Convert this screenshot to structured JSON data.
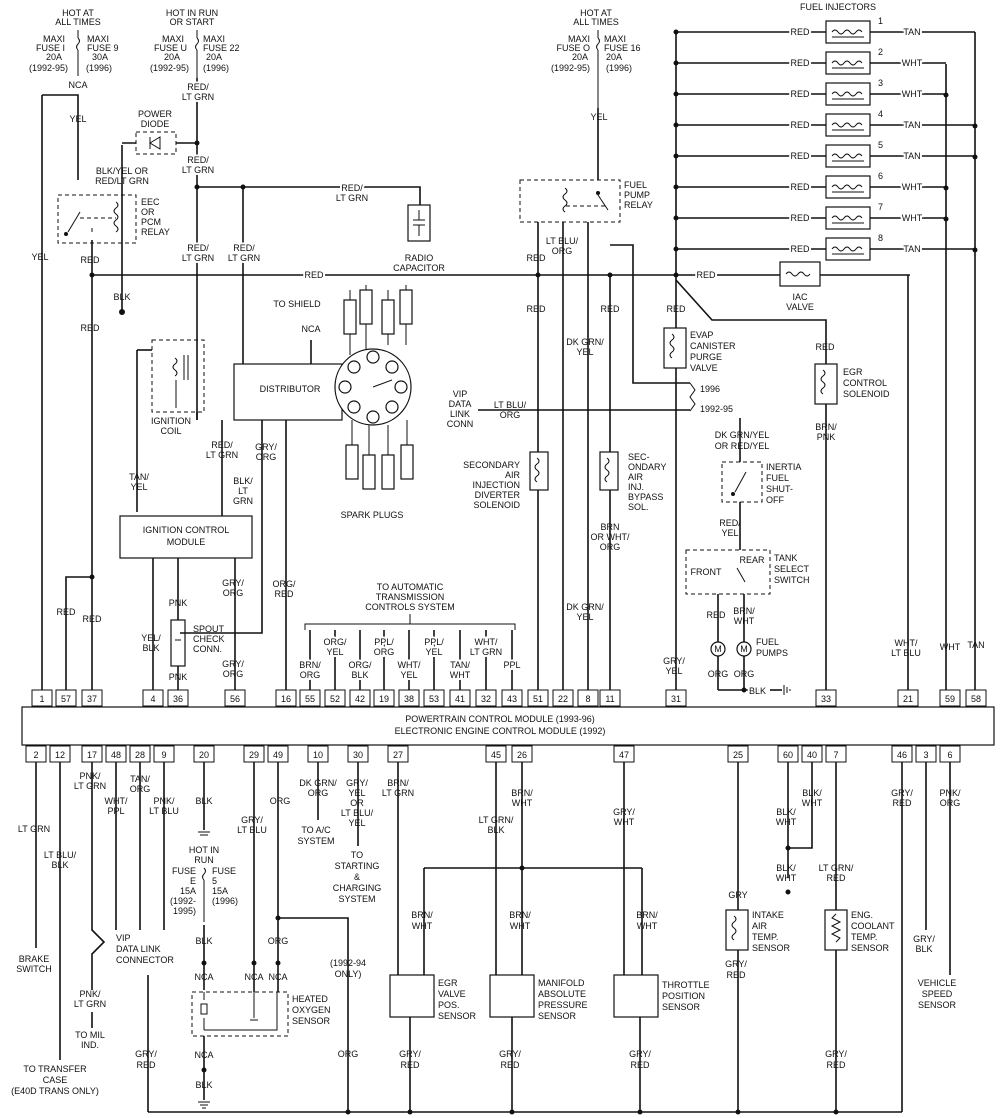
{
  "top": {
    "fuse_group_1": [
      "HOT AT",
      "ALL TIMES",
      "MAXI",
      "MAXI",
      "FUSE I",
      "FUSE 9",
      "20A",
      "30A",
      "(1992-95)",
      "(1996)",
      "NCA"
    ],
    "fuse_group_2": [
      "HOT IN RUN",
      "OR START",
      "MAXI",
      "MAXI",
      "FUSE U",
      "FUSE 22",
      "20A",
      "20A",
      "(1992-95)",
      "(1996)"
    ],
    "fuse_group_3": [
      "HOT AT",
      "ALL TIMES",
      "MAXI",
      "MAXI",
      "FUSE O",
      "FUSE 16",
      "20A",
      "20A",
      "(1992-95)",
      "(1996)"
    ],
    "fuel_injectors_title": "FUEL INJECTORS"
  },
  "injectors": [
    {
      "num": "1",
      "left": "RED",
      "right": "TAN"
    },
    {
      "num": "2",
      "left": "RED",
      "right": "WHT"
    },
    {
      "num": "3",
      "left": "RED",
      "right": "WHT"
    },
    {
      "num": "4",
      "left": "RED",
      "right": "TAN"
    },
    {
      "num": "5",
      "left": "RED",
      "right": "TAN"
    },
    {
      "num": "6",
      "left": "RED",
      "right": "WHT"
    },
    {
      "num": "7",
      "left": "RED",
      "right": "WHT"
    },
    {
      "num": "8",
      "left": "RED",
      "right": "TAN"
    }
  ],
  "components": {
    "power_diode": [
      "POWER",
      "DIODE"
    ],
    "eec_relay": [
      "EEC",
      "OR",
      "PCM",
      "RELAY"
    ],
    "radio_capacitor": [
      "RADIO",
      "CAPACITOR"
    ],
    "to_shield": "TO SHIELD",
    "nca": "NCA",
    "distributor": "DISTRIBUTOR",
    "ignition_coil": [
      "IGNITION",
      "COIL"
    ],
    "spark_plugs": "SPARK PLUGS",
    "ignition_control_module": [
      "IGNITION CONTROL",
      "MODULE"
    ],
    "spout_check_conn": [
      "SPOUT",
      "CHECK",
      "CONN."
    ],
    "fuel_pump_relay": [
      "FUEL",
      "PUMP",
      "RELAY"
    ],
    "vip_data_link_conn": [
      "VIP",
      "DATA",
      "LINK",
      "CONN"
    ],
    "secondary_air_diverter": [
      "SECONDARY",
      "AIR",
      "INJECTION",
      "DIVERTER",
      "SOLENOID"
    ],
    "secondary_air_bypass": [
      "SEC-",
      "ONDARY",
      "AIR",
      "INJ.",
      "BYPASS",
      "SOL."
    ],
    "evap_purge": [
      "EVAP",
      "CANISTER",
      "PURGE",
      "VALVE"
    ],
    "iac_valve": [
      "IAC",
      "VALVE"
    ],
    "egr_control_solenoid": [
      "EGR",
      "CONTROL",
      "SOLENOID"
    ],
    "inertia_switch": [
      "INERTIA",
      "FUEL",
      "SHUT-",
      "OFF"
    ],
    "tank_select": [
      "TANK",
      "SELECT",
      "SWITCH"
    ],
    "front": "FRONT",
    "rear": "REAR",
    "fuel_pumps": [
      "FUEL",
      "PUMPS"
    ],
    "year_1996": "1996",
    "year_1992_95": "1992-95",
    "to_trans": [
      "TO AUTOMATIC",
      "TRANSMISSION",
      "CONTROLS SYSTEM"
    ],
    "pcm_title_1": "POWERTRAIN CONTROL MODULE (1993-96)",
    "pcm_title_2": "ELECTRONIC ENGINE CONTROL MODULE (1992)",
    "brake_switch": [
      "BRAKE",
      "SWITCH"
    ],
    "to_transfer_case": [
      "TO TRANSFER",
      "CASE",
      "(E40D TRANS ONLY)"
    ],
    "to_mil": [
      "TO MIL",
      "IND."
    ],
    "vip_data_link_connector": [
      "VIP",
      "DATA LINK",
      "CONNECTOR"
    ],
    "hot_in_run": [
      "HOT IN",
      "RUN"
    ],
    "fuse_e": [
      "FUSE",
      "E",
      "15A",
      "(1992-",
      "1995)"
    ],
    "fuse_5": [
      "FUSE",
      "5",
      "15A",
      "(1996)"
    ],
    "heated_o2": [
      "HEATED",
      "OXYGEN",
      "SENSOR"
    ],
    "to_ac": [
      "TO A/C",
      "SYSTEM"
    ],
    "to_starting": [
      "TO",
      "STARTING",
      "&",
      "CHARGING",
      "SYSTEM"
    ],
    "only_1992_94": [
      "(1992-94",
      "ONLY)"
    ],
    "egr_pos": [
      "EGR",
      "VALVE",
      "POS.",
      "SENSOR"
    ],
    "map_sensor": [
      "MANIFOLD",
      "ABSOLUTE",
      "PRESSURE",
      "SENSOR"
    ],
    "tps": [
      "THROTTLE",
      "POSITION",
      "SENSOR"
    ],
    "iat": [
      "INTAKE",
      "AIR",
      "TEMP.",
      "SENSOR"
    ],
    "ect": [
      "ENG.",
      "COOLANT",
      "TEMP.",
      "SENSOR"
    ],
    "vss": [
      "VEHICLE",
      "SPEED",
      "SENSOR"
    ]
  },
  "top_pins": [
    "1",
    "57",
    "37",
    "4",
    "36",
    "56",
    "16",
    "55",
    "52",
    "42",
    "19",
    "38",
    "53",
    "41",
    "32",
    "43",
    "51",
    "22",
    "8",
    "11",
    "31",
    "33",
    "21",
    "59",
    "58"
  ],
  "bottom_pins": [
    "2",
    "12",
    "17",
    "48",
    "28",
    "9",
    "20",
    "29",
    "49",
    "10",
    "30",
    "27",
    "45",
    "26",
    "47",
    "25",
    "60",
    "40",
    "7",
    "46",
    "3",
    "6"
  ],
  "wire_labels": {
    "yel": "YEL",
    "red": "RED",
    "blk": "BLK",
    "pnk": "PNK",
    "org": "ORG",
    "gry": "GRY",
    "wht": "WHT",
    "tan": "TAN",
    "red_ltgrn": [
      "RED/",
      "LT GRN"
    ],
    "blk_yel_or": [
      "BLK/YEL OR",
      "RED/LT GRN"
    ],
    "tan_yel": [
      "TAN/",
      "YEL"
    ],
    "yel_blk": [
      "YEL/",
      "BLK"
    ],
    "gry_org": [
      "GRY/",
      "ORG"
    ],
    "blk_ltgrn": [
      "BLK/",
      "LT",
      "GRN"
    ],
    "org_red": [
      "ORG/",
      "RED"
    ],
    "ltblu_org": [
      "LT BLU/",
      "ORG"
    ],
    "dkgrn_yel": [
      "DK GRN/",
      "YEL"
    ],
    "brn_or_wht_org": [
      "BRN",
      "OR WHT/",
      "ORG"
    ],
    "dkgrn_yel_or_red_yel": [
      "DK GRN/YEL",
      "OR RED/YEL"
    ],
    "red_yel": [
      "RED/",
      "YEL"
    ],
    "red_wht": [
      "RED",
      "/"
    ],
    "brn_wht": [
      "BRN/",
      "WHT"
    ],
    "gry_yel": [
      "GRY/",
      "YEL"
    ],
    "brn_pnk": [
      "BRN/",
      "PNK"
    ],
    "wht_ltblu": [
      "WHT/",
      "LT BLU"
    ],
    "trans_wires": [
      [
        "BRN/",
        "ORG"
      ],
      [
        "ORG/",
        "YEL"
      ],
      [
        "ORG/",
        "BLK"
      ],
      [
        "PPL/",
        "ORG"
      ],
      [
        "WHT/",
        "YEL"
      ],
      [
        "PPL/",
        "YEL"
      ],
      [
        "TAN/",
        "WHT"
      ],
      [
        "WHT/",
        "LT GRN"
      ],
      [
        "PPL",
        ""
      ]
    ],
    "lt_grn": "LT GRN",
    "ltblu_blk": [
      "LT BLU/",
      "BLK"
    ],
    "pnk_ltgrn": [
      "PNK/",
      "LT GRN"
    ],
    "wht_ppl": [
      "WHT/",
      "PPL"
    ],
    "tan_org": [
      "TAN/",
      "ORG"
    ],
    "pnk_ltblu": [
      "PNK/",
      "LT BLU"
    ],
    "gry_ltblu": [
      "GRY/",
      "LT BLU"
    ],
    "dkgrn_org": [
      "DK GRN/",
      "ORG"
    ],
    "gry_yel_or": [
      "GRY/",
      "YEL",
      "OR",
      "LT BLU/",
      "YEL"
    ],
    "brn_ltgrn": [
      "BRN/",
      "LT GRN"
    ],
    "ltgrn_blk": [
      "LT GRN/",
      "BLK"
    ],
    "gry_wht": [
      "GRY/",
      "WHT"
    ],
    "blk_wht": [
      "BLK/",
      "WHT"
    ],
    "ltgrn_red": [
      "LT GRN/",
      "RED"
    ],
    "gry_red": [
      "GRY/",
      "RED"
    ],
    "gry_blk": [
      "GRY/",
      "BLK"
    ],
    "pnk_org": [
      "PNK/",
      "ORG"
    ]
  }
}
